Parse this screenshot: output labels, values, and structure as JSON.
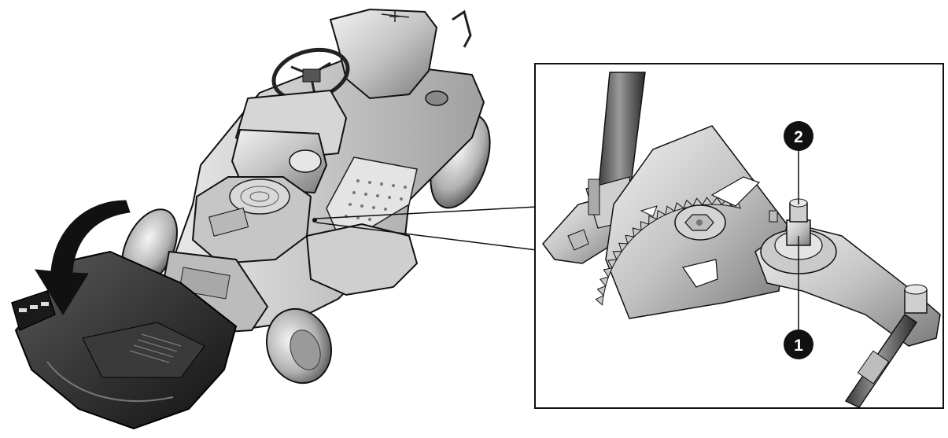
{
  "diagram": {
    "callouts": [
      {
        "id": "1",
        "label": "1"
      },
      {
        "id": "2",
        "label": "2"
      }
    ],
    "colors": {
      "line": "#111111",
      "metal_light": "#d9d9d9",
      "metal_mid": "#a8a8a8",
      "metal_dark": "#555555",
      "dark_part": "#2a2a2a",
      "callout_fill": "#111111"
    },
    "icons": {
      "rotate_arrow": "curved-arrow-icon"
    }
  }
}
